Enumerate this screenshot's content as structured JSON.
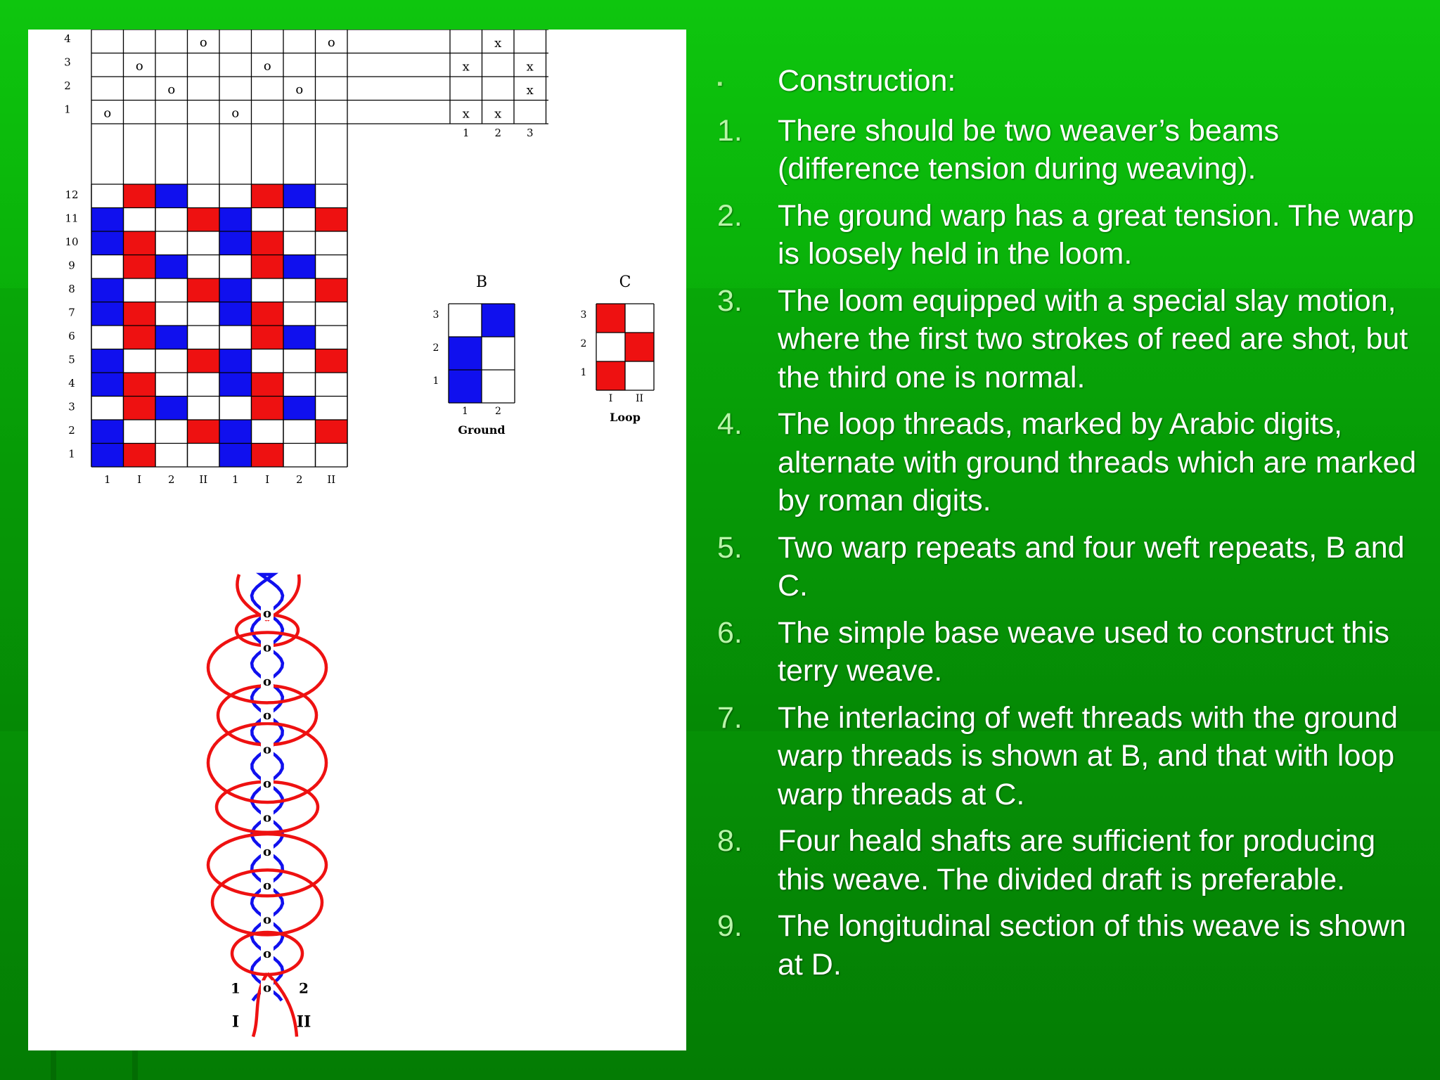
{
  "slide": {
    "heading": "Construction:",
    "items": [
      {
        "num": "1.",
        "text": "There should be two weaver’s beams (difference tension during weaving)."
      },
      {
        "num": "2.",
        "text": "The ground warp has a great tension. The warp is loosely held in the loom."
      },
      {
        "num": "3.",
        "text": "The loom equipped with a special slay motion, where the first two strokes of reed are shot, but the third one is normal."
      },
      {
        "num": "4.",
        "text": "The loop threads, marked by Arabic digits, alternate with ground threads which are marked by roman digits."
      },
      {
        "num": "5.",
        "text": "Two warp repeats and four weft repeats, B and C."
      },
      {
        "num": "6.",
        "text": "The simple base weave used to construct this terry weave."
      },
      {
        "num": "7.",
        "text": "The interlacing of weft threads with the ground warp threads is shown at B, and that with loop warp threads at C."
      },
      {
        "num": "8.",
        "text": "Four heald shafts are sufficient for producing this weave. The divided draft is preferable."
      },
      {
        "num": "9.",
        "text": "The longitudinal section of this weave is shown at D."
      }
    ]
  },
  "figure": {
    "draft_row_labels": [
      "4",
      "3",
      "2",
      "1"
    ],
    "draft_marks": [
      [
        " ",
        " ",
        " ",
        "o",
        " ",
        " ",
        " ",
        "o"
      ],
      [
        " ",
        "o",
        " ",
        " ",
        " ",
        "o",
        " ",
        " "
      ],
      [
        " ",
        " ",
        "o",
        " ",
        " ",
        " ",
        "o",
        " "
      ],
      [
        "o",
        " ",
        " ",
        " ",
        "o",
        " ",
        " ",
        " "
      ]
    ],
    "lift_marks": [
      [
        " ",
        "x",
        " "
      ],
      [
        "x",
        " ",
        "x"
      ],
      [
        " ",
        " ",
        "x"
      ],
      [
        "x",
        "x",
        " "
      ]
    ],
    "lift_col_labels": [
      "1",
      "2",
      "3"
    ],
    "weave_row_labels": [
      "12",
      "11",
      "10",
      "9",
      "8",
      "7",
      "6",
      "5",
      "4",
      "3",
      "2",
      "1"
    ],
    "weave_rows": [
      ".RB..RB.",
      "B..RB..R",
      "BR..BR..",
      ".RB..RB.",
      "B..RB..R",
      "BR..BR..",
      ".RB..RB.",
      "B..RB..R",
      "BR..BR..",
      ".RB..RB.",
      "B..RB..R",
      "BR..BR.."
    ],
    "weave_col_labels": [
      "1",
      "I",
      "2",
      "II",
      "1",
      "I",
      "2",
      "II"
    ],
    "colors": {
      "red": "#ee1111",
      "blue": "#1010ee",
      "grid": "#000000"
    },
    "B": {
      "letter": "B",
      "caption": "Ground",
      "row_labels": [
        "3",
        "2",
        "1"
      ],
      "col_labels": [
        "1",
        "2"
      ],
      "rows": [
        ".B",
        "B.",
        "B."
      ]
    },
    "C": {
      "letter": "C",
      "caption": "Loop",
      "row_labels": [
        "3",
        "2",
        "1"
      ],
      "col_labels": [
        "I",
        "II"
      ],
      "rows": [
        "R.",
        ".R",
        "R."
      ]
    },
    "section": {
      "picks": [
        "o",
        "o",
        "o",
        "o",
        "o",
        "o",
        "o",
        "o",
        "o",
        "o",
        "o",
        "o"
      ],
      "left_number": "1",
      "right_number": "2",
      "left_roman": "I",
      "right_roman": "II"
    }
  }
}
